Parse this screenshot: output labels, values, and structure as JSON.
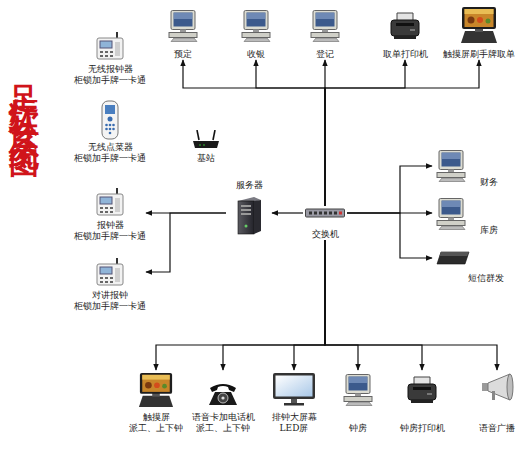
{
  "diagram": {
    "title": "足疗软件系统图",
    "nodes": [
      {
        "text": [
          "预定"
        ]
      },
      {
        "text": [
          "收银"
        ]
      },
      {
        "text": [
          "登记"
        ]
      },
      {
        "text": [
          "取单打印机"
        ]
      },
      {
        "text": [
          "触摸屏刷手牌取单"
        ]
      },
      {
        "text": [
          "无线报钟器",
          "柜锁加手牌一卡通"
        ]
      },
      {
        "text": [
          "无线点菜器",
          "柜锁加手牌一卡通"
        ]
      },
      {
        "text": [
          "基站"
        ]
      },
      {
        "text": [
          "服务器"
        ]
      },
      {
        "text": [
          "交换机"
        ]
      },
      {
        "text": [
          "报钟器",
          "柜锁加手牌一卡通"
        ]
      },
      {
        "text": [
          "对讲报钟",
          "柜锁加手牌一卡通"
        ]
      },
      {
        "text": [
          "财务"
        ]
      },
      {
        "text": [
          "库房"
        ]
      },
      {
        "text": [
          "短信群发"
        ]
      },
      {
        "text": [
          "触摸屏",
          "派工、上下钟"
        ]
      },
      {
        "text": [
          "语音卡加电话机",
          "派工、上下钟"
        ]
      },
      {
        "text": [
          "排钟大屏幕",
          "LED屏"
        ]
      },
      {
        "text": [
          "钟房"
        ]
      },
      {
        "text": [
          "钟房打印机"
        ]
      },
      {
        "text": [
          "语音广播"
        ]
      }
    ],
    "edges": [
      {
        "from": 9,
        "to": 0,
        "arrow": "to"
      },
      {
        "from": 9,
        "to": 1,
        "arrow": "to"
      },
      {
        "from": 9,
        "to": 2,
        "arrow": "to"
      },
      {
        "from": 9,
        "to": 3,
        "arrow": "to"
      },
      {
        "from": 9,
        "to": 4,
        "arrow": "to"
      },
      {
        "from": 9,
        "to": 8,
        "arrow": "to"
      },
      {
        "from": 8,
        "to": 10,
        "arrow": "to"
      },
      {
        "from": 8,
        "to": 11,
        "arrow": "to"
      },
      {
        "from": 9,
        "to": 12,
        "arrow": "to"
      },
      {
        "from": 9,
        "to": 13,
        "arrow": "to"
      },
      {
        "from": 9,
        "to": 14,
        "arrow": "to"
      },
      {
        "from": 9,
        "to": 15,
        "arrow": "to"
      },
      {
        "from": 9,
        "to": 16,
        "arrow": "to"
      },
      {
        "from": 9,
        "to": 17,
        "arrow": "to"
      },
      {
        "from": 9,
        "to": 18,
        "arrow": "to"
      },
      {
        "from": 9,
        "to": 19,
        "arrow": "to"
      },
      {
        "from": 9,
        "to": 20,
        "arrow": "to"
      }
    ]
  }
}
